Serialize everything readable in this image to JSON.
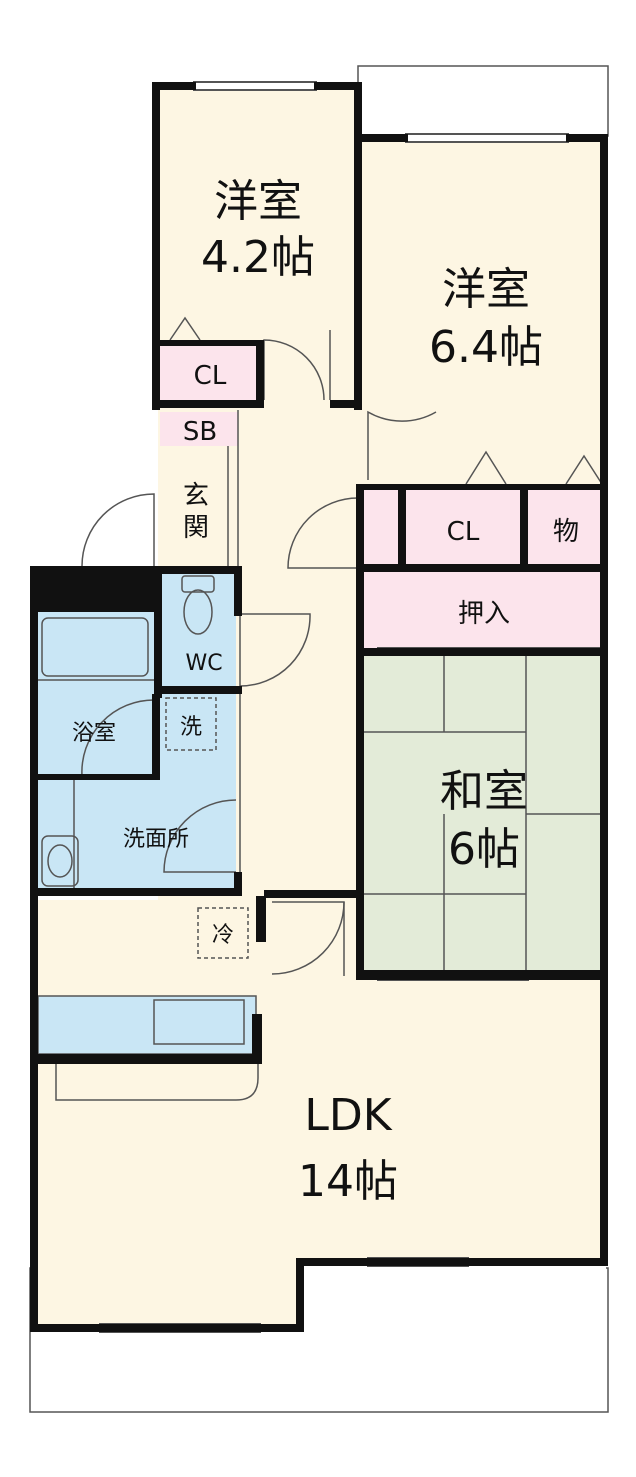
{
  "colors": {
    "wall": "#111111",
    "room_floor": "#fdf6e3",
    "tatami": "#e3ebd8",
    "storage": "#fce4ec",
    "water_area": "#c9e6f5",
    "line": "#555555"
  },
  "rooms": {
    "western_a": {
      "name": "洋室",
      "size": "4.2帖"
    },
    "western_b": {
      "name": "洋室",
      "size": "6.4帖"
    },
    "japanese": {
      "name": "和室",
      "size": "6帖"
    },
    "ldk": {
      "name": "LDK",
      "size": "14帖"
    }
  },
  "labels": {
    "closet_a": "CL",
    "shoebox": "SB",
    "entrance": "玄関",
    "closet_b": "CL",
    "storeroom": "物",
    "oshiire": "押入",
    "toilet": "WC",
    "bathroom": "浴室",
    "washer": "洗",
    "washroom": "洗面所",
    "fridge": "冷"
  }
}
